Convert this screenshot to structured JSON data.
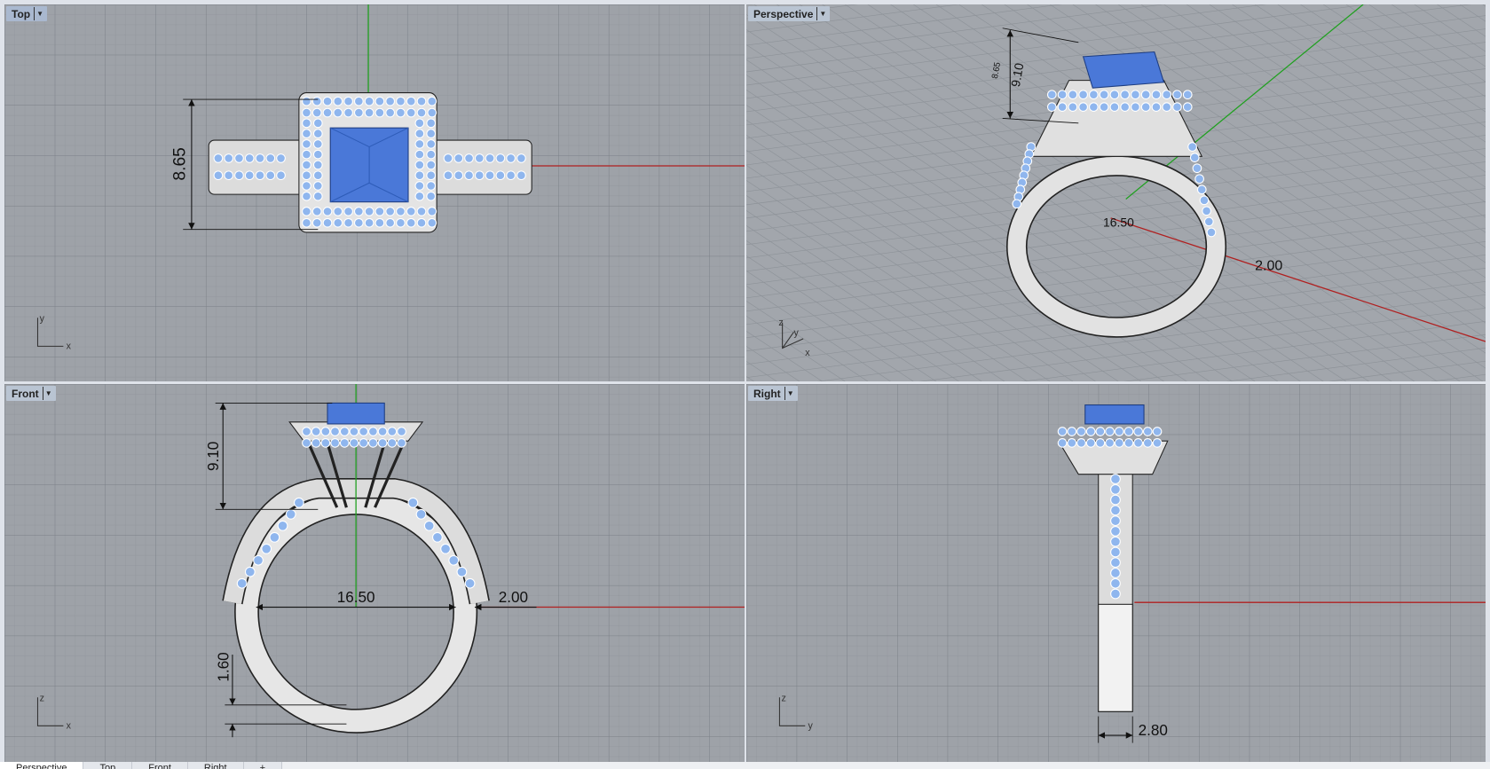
{
  "viewports": {
    "top": {
      "label": "Top",
      "axis_h": "x",
      "axis_v": "y",
      "dims": {
        "width": "8.65"
      }
    },
    "perspective": {
      "label": "Perspective",
      "axis_x": "x",
      "axis_y": "y",
      "axis_z": "z",
      "dims": {
        "a": "8.65",
        "b": "9.10",
        "c": "16.50",
        "d": "2.00"
      }
    },
    "front": {
      "label": "Front",
      "axis_h": "x",
      "axis_v": "z",
      "dims": {
        "height": "9.10",
        "diameter": "16.50",
        "thickness": "2.00",
        "shank": "1.60"
      }
    },
    "right": {
      "label": "Right",
      "axis_h": "y",
      "axis_v": "z",
      "dims": {
        "width": "2.80"
      }
    }
  },
  "tabs": [
    "Perspective",
    "Top",
    "Front",
    "Right",
    "+"
  ],
  "colors": {
    "viewport_bg": "#9ea2a8",
    "grid_minor": "#8f949a",
    "grid_major": "#7d8288",
    "x_axis": "#b02020",
    "y_axis": "#20a020",
    "stone": "#4a78d8",
    "accent_stone": "#8fb6ee",
    "metal": "#e8e8e8"
  }
}
